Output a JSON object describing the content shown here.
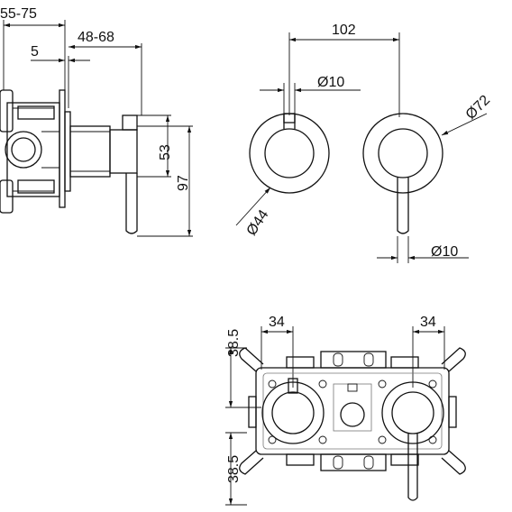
{
  "side_view": {
    "depth_range": "55-75",
    "plate_gap": "5",
    "projection_range": "48-68",
    "lever_offset": "53",
    "lever_height": "97"
  },
  "front_view": {
    "centre_distance": "102",
    "lever_diameter_top": "Ø10",
    "rosette_large": "Ø72",
    "rosette_small": "Ø44",
    "lever_diameter_bottom": "Ø10"
  },
  "rear_view": {
    "left_offset": "34",
    "right_offset": "34",
    "top_margin": "38.5",
    "bottom_margin": "38.5"
  }
}
